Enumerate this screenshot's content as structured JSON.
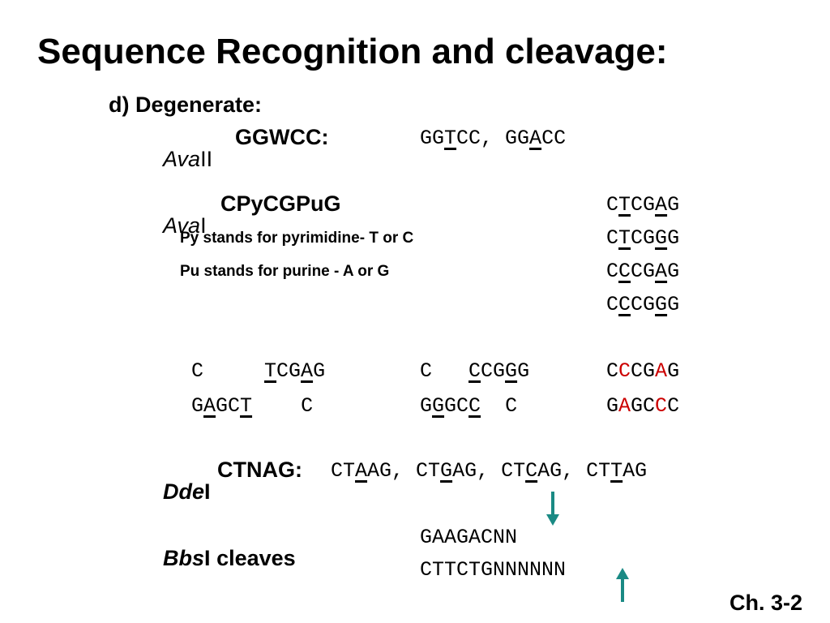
{
  "title": "Sequence Recognition and cleavage:",
  "section": "d) Degenerate:",
  "avaII": {
    "name_italic": "Ava",
    "name_suffix": "II",
    "pattern": "GGWCC:",
    "examples": [
      {
        "t": "GG"
      },
      {
        "t": "T",
        "u": true
      },
      {
        "t": "CC, GG"
      },
      {
        "t": "A",
        "u": true
      },
      {
        "t": "CC"
      }
    ]
  },
  "avaI": {
    "name_italic": "Ava",
    "name_suffix": "I",
    "pattern": "CPyCGPuG",
    "note_py": "Py stands for pyrimidine- T or C",
    "note_pu": "Pu stands for purine - A or G",
    "variants": [
      [
        {
          "t": "C"
        },
        {
          "t": "T",
          "u": true
        },
        {
          "t": "CG"
        },
        {
          "t": "A",
          "u": true
        },
        {
          "t": "G"
        }
      ],
      [
        {
          "t": "C"
        },
        {
          "t": "T",
          "u": true
        },
        {
          "t": "CG"
        },
        {
          "t": "G",
          "u": true
        },
        {
          "t": "G"
        }
      ],
      [
        {
          "t": "C"
        },
        {
          "t": "C",
          "u": true
        },
        {
          "t": "CG"
        },
        {
          "t": "A",
          "u": true
        },
        {
          "t": "G"
        }
      ],
      [
        {
          "t": "C"
        },
        {
          "t": "C",
          "u": true
        },
        {
          "t": "CG"
        },
        {
          "t": "G",
          "u": true
        },
        {
          "t": "G"
        }
      ]
    ]
  },
  "cleavage": {
    "top_1": [
      {
        "t": "C     "
      },
      {
        "t": "T",
        "u": true
      },
      {
        "t": "CG"
      },
      {
        "t": "A",
        "u": true
      },
      {
        "t": "G"
      }
    ],
    "bot_1": [
      {
        "t": "G"
      },
      {
        "t": "A",
        "u": true
      },
      {
        "t": "GC"
      },
      {
        "t": "T",
        "u": true
      },
      {
        "t": "    C"
      }
    ],
    "top_2": [
      {
        "t": "C   "
      },
      {
        "t": "C",
        "u": true
      },
      {
        "t": "CG"
      },
      {
        "t": "G",
        "u": true
      },
      {
        "t": "G"
      }
    ],
    "bot_2": [
      {
        "t": "G"
      },
      {
        "t": "G",
        "u": true
      },
      {
        "t": "GC"
      },
      {
        "t": "C",
        "u": true
      },
      {
        "t": "  C"
      }
    ],
    "top_3": [
      {
        "t": "C"
      },
      {
        "t": "C",
        "r": true
      },
      {
        "t": "CG"
      },
      {
        "t": "A",
        "r": true
      },
      {
        "t": "G"
      }
    ],
    "bot_3": [
      {
        "t": "G"
      },
      {
        "t": "A",
        "r": true
      },
      {
        "t": "GC"
      },
      {
        "t": "C",
        "r": true
      },
      {
        "t": "C"
      }
    ]
  },
  "ddeI": {
    "name_italic": "Dde",
    "name_suffix": "I",
    "pattern": "CTNAG:",
    "examples": [
      {
        "t": "CT"
      },
      {
        "t": "A",
        "u": true
      },
      {
        "t": "AG, CT"
      },
      {
        "t": "G",
        "u": true
      },
      {
        "t": "AG, CT"
      },
      {
        "t": "C",
        "u": true
      },
      {
        "t": "AG, CT"
      },
      {
        "t": "T",
        "u": true
      },
      {
        "t": "AG"
      }
    ]
  },
  "bbsI": {
    "name_italic": "Bbs",
    "name_suffix": "I",
    "label_rest": "cleaves",
    "top_strand": "GAAGACNN",
    "bottom_strand": "CTTCTGNNNNNN"
  },
  "footer": "Ch. 3-2",
  "colors": {
    "arrow": "#1a8a84",
    "highlight": "#cc0000"
  },
  "icons": [
    "cut-arrow-down-icon",
    "cut-arrow-up-icon"
  ]
}
